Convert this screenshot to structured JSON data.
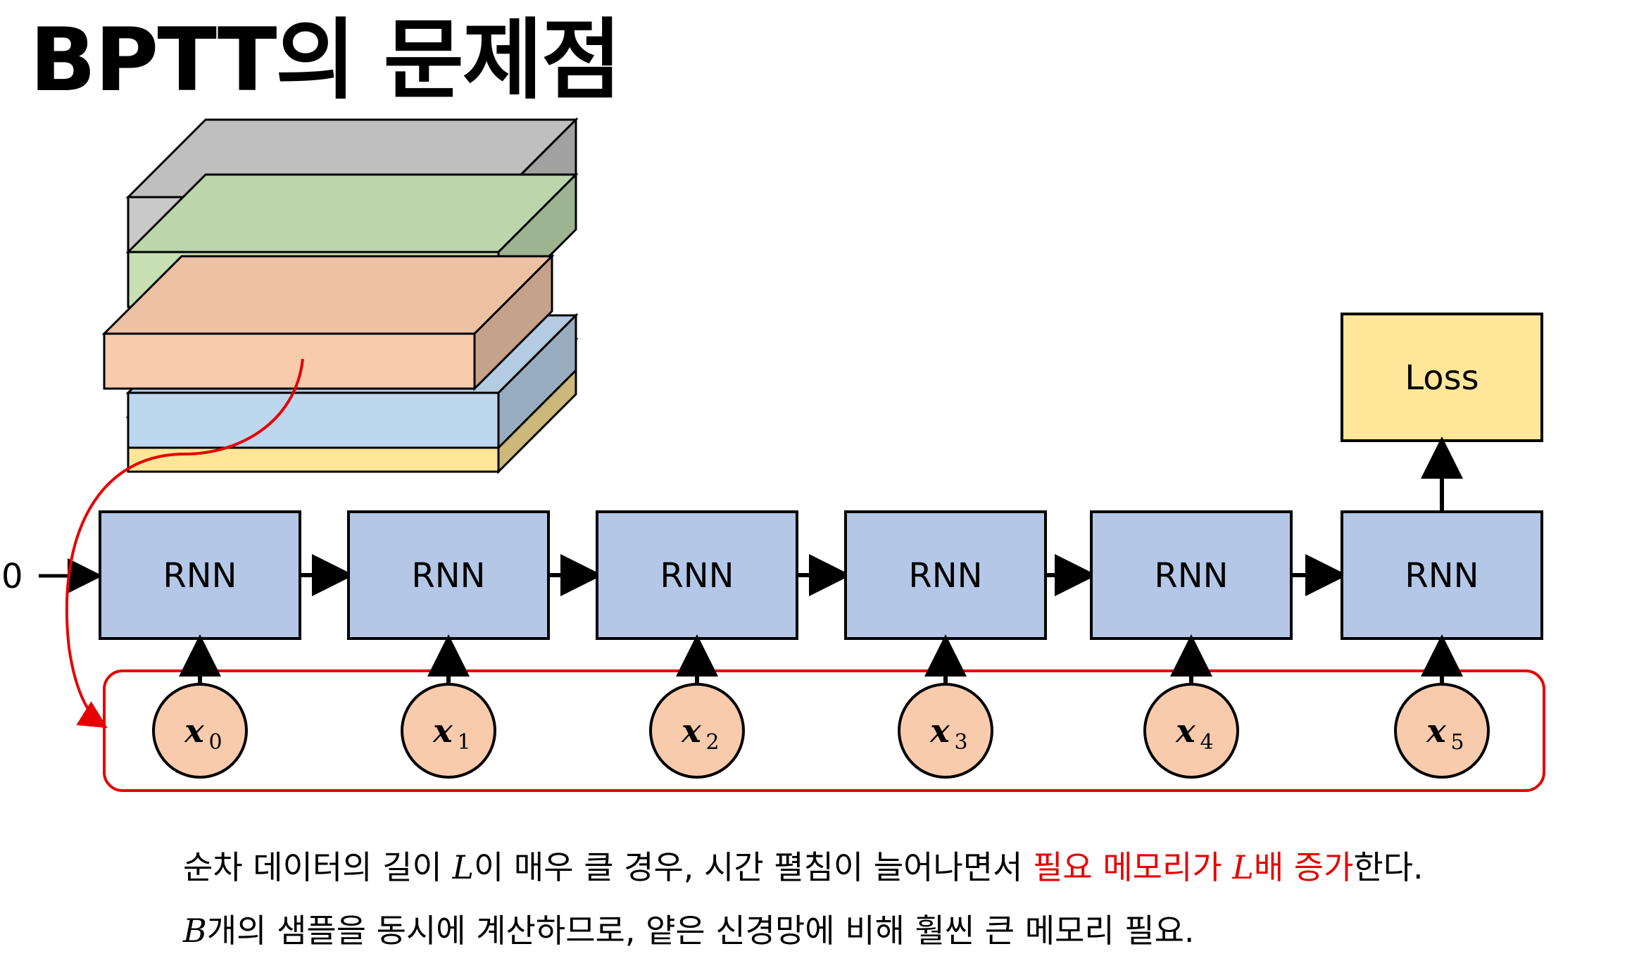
{
  "title": "BPTT의 문제점",
  "initial_state": "0",
  "rnn_cells": [
    {
      "label": "RNN"
    },
    {
      "label": "RNN"
    },
    {
      "label": "RNN"
    },
    {
      "label": "RNN"
    },
    {
      "label": "RNN"
    },
    {
      "label": "RNN"
    }
  ],
  "inputs": [
    {
      "symbol": "x",
      "subscript": "0"
    },
    {
      "symbol": "x",
      "subscript": "1"
    },
    {
      "symbol": "x",
      "subscript": "2"
    },
    {
      "symbol": "x",
      "subscript": "3"
    },
    {
      "symbol": "x",
      "subscript": "4"
    },
    {
      "symbol": "x",
      "subscript": "5"
    }
  ],
  "loss_label": "Loss",
  "memory_stack": {
    "layer_colors": [
      "#c9c9c9",
      "#c6e0b4",
      "#f8cbad",
      "#bdd7ee",
      "#ffe699"
    ]
  },
  "colors": {
    "rnn_fill": "#b4c7e7",
    "input_fill": "#f8cbad",
    "loss_fill": "#ffe699",
    "highlight": "#e60000"
  },
  "caption": {
    "line1": {
      "part1": "순차 데이터의 길이 ",
      "var1": "L",
      "part2": "이 매우 클 경우, 시간 펼침이 늘어나면서 ",
      "highlight1": "필요 메모리가 ",
      "highlight_var": "L",
      "highlight2": "배 증가",
      "part3": "한다."
    },
    "line2": {
      "var1": "B",
      "part1": "개의 샘플을 동시에 계산하므로, 얕은 신경망에 비해 훨씬 큰 메모리 필요."
    }
  }
}
